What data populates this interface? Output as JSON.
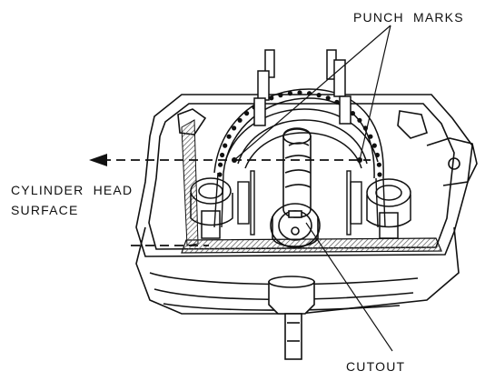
{
  "labels": {
    "punch_marks": "PUNCH  MARKS",
    "cylinder_head_line1": "CYLINDER  HEAD",
    "cylinder_head_line2": "SURFACE",
    "cutout": "CUTOUT"
  },
  "colors": {
    "ink": "#111111",
    "paper": "#ffffff",
    "hatch": "#555555"
  }
}
